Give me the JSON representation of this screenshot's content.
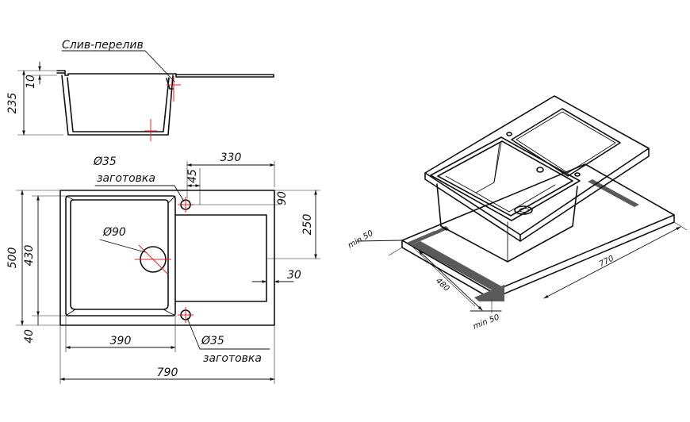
{
  "labels": {
    "overflow": "Слив-перелив",
    "blank_top": "заготовка",
    "blank_bottom": "заготовка",
    "dia_tap_top": "Ø35",
    "dia_tap_bottom": "Ø35",
    "dia_drain": "Ø90"
  },
  "dims": {
    "depth_total": "235",
    "rim": "10",
    "wing_width": "330",
    "tap_offset": "45",
    "tap_to_edge": "90",
    "drainer_height": "250",
    "height_total": "500",
    "bowl_height": "430",
    "front_edge": "40",
    "bowl_width": "390",
    "groove": "30",
    "width_total": "790"
  },
  "iso": {
    "min_left": "min 50",
    "min_right": "min 50",
    "cabinet_width": "480",
    "overall_length": "770"
  }
}
